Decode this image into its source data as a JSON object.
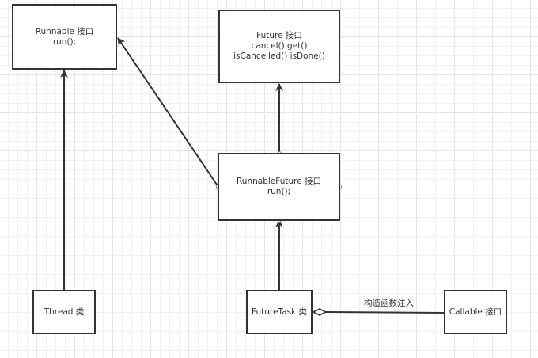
{
  "diagram": {
    "nodes": {
      "runnable": {
        "title": "Runnable 接口",
        "lines": [
          "run();"
        ]
      },
      "future": {
        "title": "Future 接口",
        "lines": [
          "cancel() get()",
          "isCancelled() isDone()"
        ]
      },
      "runnable_future": {
        "title": "RunnableFuture 接口",
        "lines": [
          "run();"
        ]
      },
      "thread": {
        "title": "Thread 类",
        "lines": []
      },
      "future_task": {
        "title": "FutureTask 类",
        "lines": []
      },
      "callable": {
        "title": "Callable 接口",
        "lines": []
      }
    },
    "edges": [
      {
        "from": "thread",
        "to": "runnable",
        "type": "implements"
      },
      {
        "from": "runnable_future",
        "to": "runnable",
        "type": "extends"
      },
      {
        "from": "runnable_future",
        "to": "future",
        "type": "extends"
      },
      {
        "from": "future_task",
        "to": "runnable_future",
        "type": "implements"
      },
      {
        "from": "future_task",
        "to": "callable",
        "type": "aggregation",
        "label": "构造函数注入"
      }
    ],
    "colors": {
      "stroke": "#333333",
      "port": "#c0506a",
      "grid": "#e4e4e4"
    }
  }
}
